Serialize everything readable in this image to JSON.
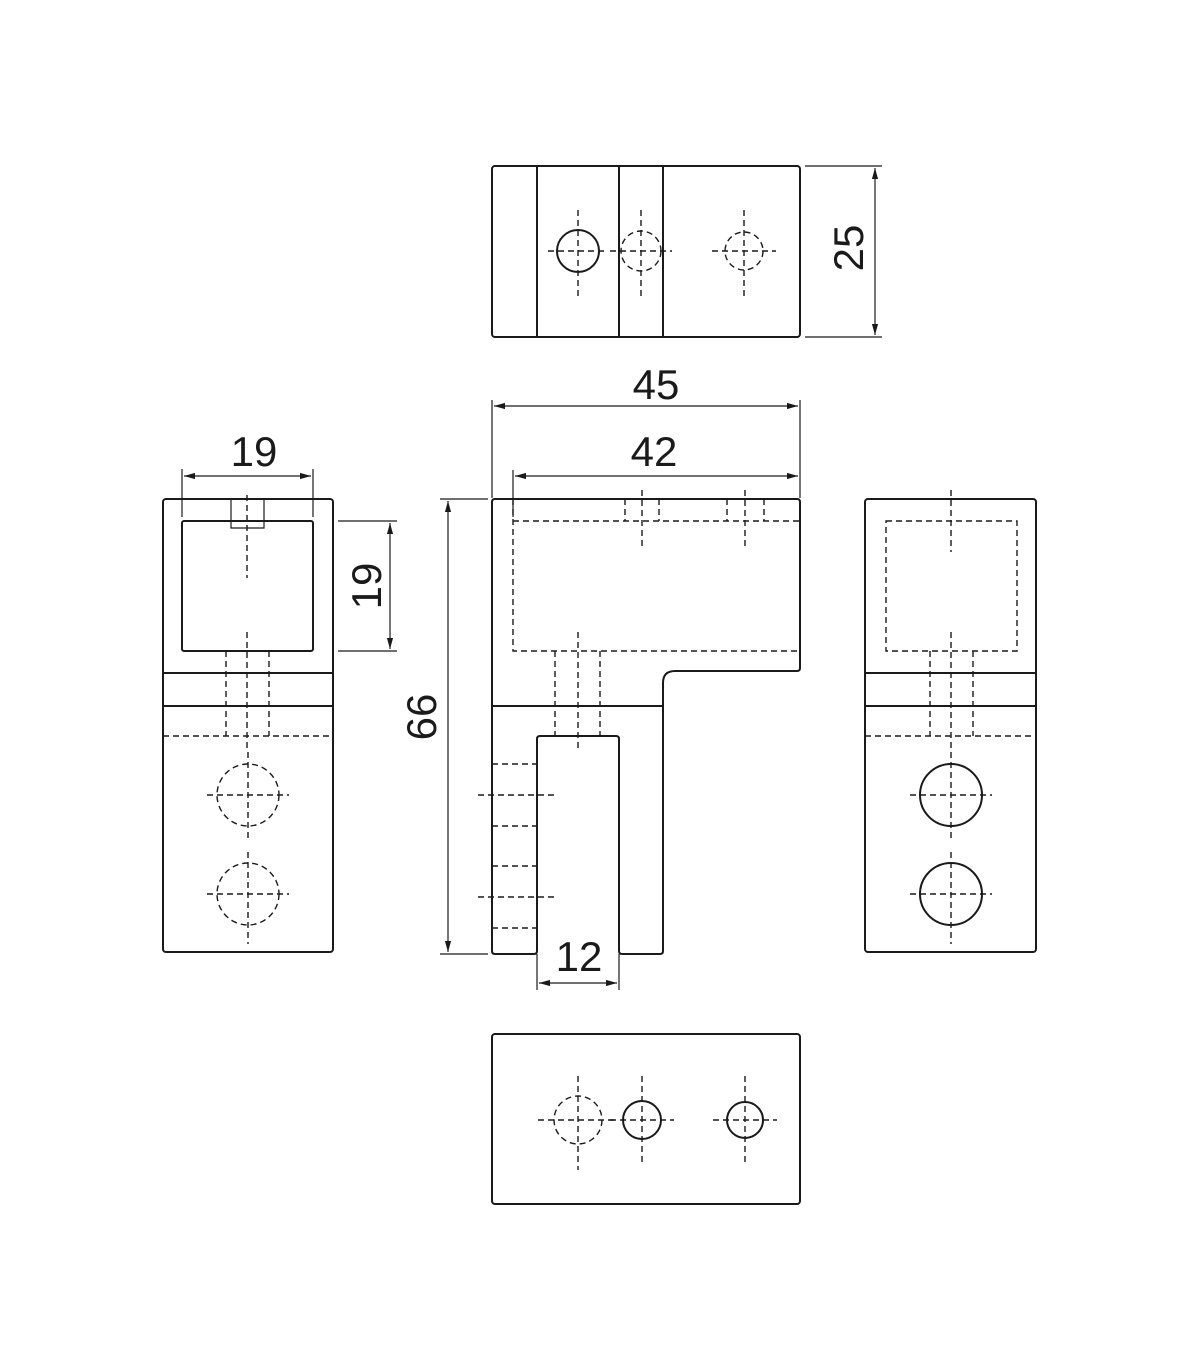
{
  "dimensions": {
    "top_height": "25",
    "overall_width": "45",
    "inner_width": "42",
    "side_width": "19",
    "side_height": "19",
    "overall_height": "66",
    "slot_width": "12"
  }
}
